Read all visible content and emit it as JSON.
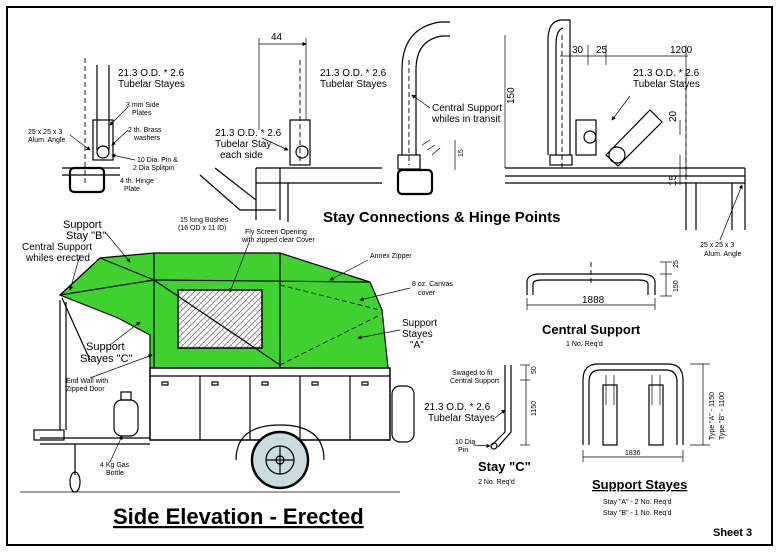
{
  "titles": {
    "main": "Side Elevation - Erected",
    "stay_connections": "Stay Connections & Hinge Points",
    "central_support": "Central Support",
    "stay_c": "Stay \"C\"",
    "support_stayes": "Support Stayes",
    "sheet": "Sheet 3"
  },
  "requirements": {
    "central_support": "1 No. Req'd",
    "stay_c": "2 No. Req'd",
    "stay_a": "Stay \"A\" - 2 No. Req'd",
    "stay_b": "Stay \"B\" - 1 No. Req'd"
  },
  "dimensions": {
    "d44": "44",
    "d30": "30",
    "d25": "25",
    "d1200": "1200",
    "d150": "150",
    "d20": "20",
    "d15a": "15",
    "d15b": "15",
    "d25b": "25",
    "d150b": "150",
    "d1888": "1888",
    "d50": "50",
    "d1150": "1150",
    "d1836": "1836",
    "type_a": "Type \"A\" - 1150",
    "type_b": "Type \"B\" - 1100"
  },
  "labels": {
    "tube_1": "21.3 O.D. * 2.6",
    "tube_1b": "Tubelar Stayes",
    "tube_2": "21.3 O.D. * 2.6",
    "tube_2b": "Tubelar Stayes",
    "tube_3": "21.3 O.D. * 2.6",
    "tube_3b": "Tubelar Stayes",
    "tube_4": "21.3 O.D. * 2.6",
    "tube_4b": "Tubelar Stay",
    "tube_4c": "each side",
    "tube_5": "21.3 O.D. * 2.6",
    "tube_5b": "Tubelar Stayes",
    "side_plates_1": "3 mm Side",
    "side_plates_2": "Plates",
    "brass_1": "2 th. Brass",
    "brass_2": "washers",
    "pin_1": "10 Dia. Pin &",
    "pin_2": "2 Dia Splitpin",
    "hinge_1": "4 th. Hinge",
    "hinge_2": "Plate.",
    "angle_1": "25 x 25 x 3",
    "angle_2": "Alum. Angle",
    "angle_3": "25 x 25 x 3",
    "angle_4": "Alum. Angle",
    "central_transit_1": "Central Support",
    "central_transit_2": "whiles in transit",
    "bushes_1": "15 long Bushes",
    "bushes_2": "(16 OD x 11 ID)",
    "fly_screen_1": "Fly Screen Opening",
    "fly_screen_2": "with zipped clear Cover",
    "annex_zipper": "Annex Zipper",
    "canvas_1": "8 oz. Canvas",
    "canvas_2": "cover",
    "support_b_1": "Support",
    "support_b_2": "Stay \"B\"",
    "central_erected_1": "Central Support",
    "central_erected_2": "whiles erected",
    "support_a_1": "Support",
    "support_a_2": "Stayes",
    "support_a_3": "\"A\"",
    "support_c_1": "Support",
    "support_c_2": "Stayes \"C\"",
    "end_wall_1": "End Wall with",
    "end_wall_2": "Zipped Door",
    "gas_1": "4 Kg Gas",
    "gas_2": "Bottle",
    "swaged_1": "Swaged to fit",
    "swaged_2": "Central Support",
    "pin_10": "10 Dia",
    "pin_10b": "Pin"
  },
  "colors": {
    "canvas_green": "#3fd12e",
    "line": "#000000",
    "window_hatch": "#777777",
    "wheel_hub": "#c9dde0"
  }
}
